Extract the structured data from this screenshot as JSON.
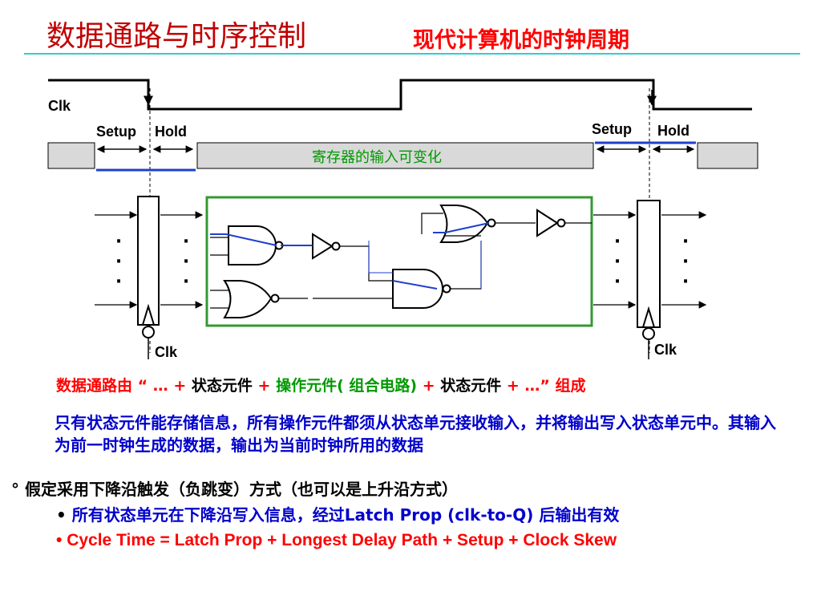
{
  "title": "数据通路与时序控制",
  "subtitle": "现代计算机的时钟周期",
  "diagram": {
    "clk_top": "Clk",
    "setup_left": "Setup",
    "hold_left": "Hold",
    "setup_right": "Setup",
    "hold_right": "Hold",
    "input_change_text": "寄存器的输入可变化",
    "clk_left_reg": "Clk",
    "clk_right_reg": "Clk",
    "dots": "·"
  },
  "datapath": {
    "p1": "数据通路由",
    "p2": "“ … +",
    "p3": "状态元件",
    "p4": "+",
    "p5": "操作元件( 组合电路)",
    "p6": "+",
    "p7": "状态元件",
    "p8": "+ …”",
    "p9": "组成"
  },
  "description": "只有状态元件能存储信息，所有操作元件都须从状态单元接收输入，并将输出写入状态单元中。其输入为前一时钟生成的数据，输出为当前时钟所用的数据",
  "bullets": {
    "b1_marker": "°",
    "b1": "假定采用下降沿触发（负跳变）方式（也可以是上升沿方式）",
    "b2_marker": "•",
    "b2": "所有状态单元在下降沿写入信息，经过Latch Prop (clk-to-Q) 后输出有效",
    "b3_marker": "•",
    "b3": "Cycle Time = Latch Prop + Longest Delay Path + Setup + Clock Skew"
  },
  "colors": {
    "title_red": "#C00000",
    "accent_red": "#FF0000",
    "blue_text": "#0000CC",
    "green_box": "#339933",
    "rule_cyan": "#33CCCC"
  }
}
